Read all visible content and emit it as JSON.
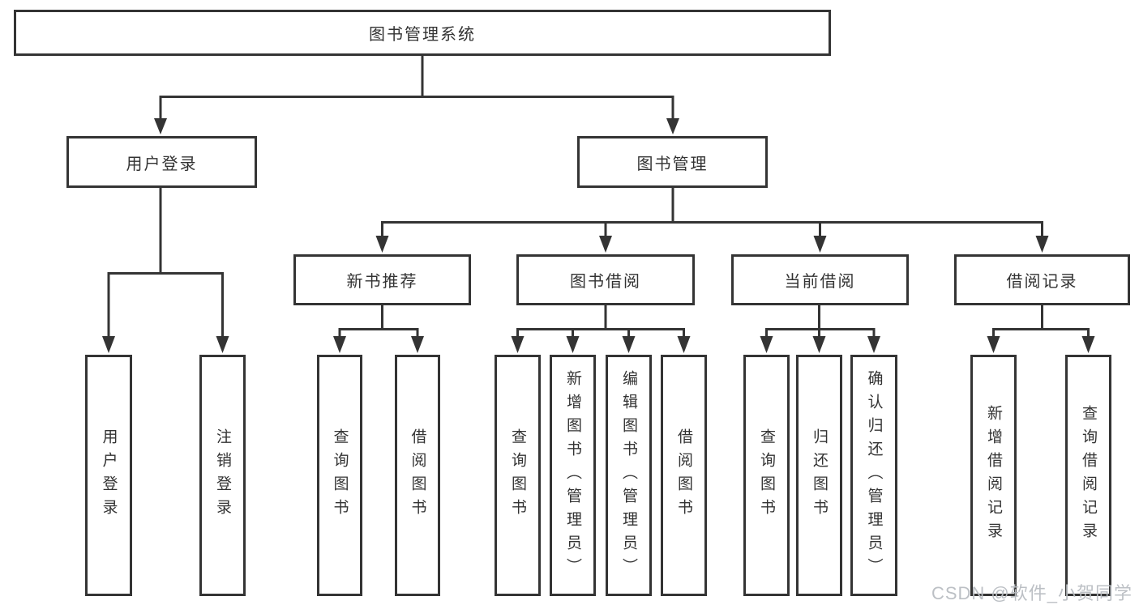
{
  "diagram": {
    "root": {
      "label": "图书管理系统"
    },
    "level2": [
      {
        "label": "用户登录"
      },
      {
        "label": "图书管理"
      }
    ],
    "level3": [
      {
        "label": "新书推荐"
      },
      {
        "label": "图书借阅"
      },
      {
        "label": "当前借阅"
      },
      {
        "label": "借阅记录"
      }
    ],
    "leaves": {
      "user_login": [
        {
          "label": "用户登录"
        },
        {
          "label": "注销登录"
        }
      ],
      "new_rec": [
        {
          "label": "查询图书"
        },
        {
          "label": "借阅图书"
        }
      ],
      "borrow": [
        {
          "label": "查询图书"
        },
        {
          "label": "新增图书（管理员）"
        },
        {
          "label": "编辑图书（管理员）"
        },
        {
          "label": "借阅图书"
        }
      ],
      "current": [
        {
          "label": "查询图书"
        },
        {
          "label": "归还图书"
        },
        {
          "label": "确认归还（管理员）"
        }
      ],
      "records": [
        {
          "label": "新增借阅记录"
        },
        {
          "label": "查询借阅记录"
        }
      ]
    }
  },
  "watermark": {
    "text": "CSDN @软件_小贺同学"
  },
  "colors": {
    "line": "#343434",
    "text": "#333333",
    "watermark": "#b9bdc2",
    "background": "#ffffff"
  }
}
